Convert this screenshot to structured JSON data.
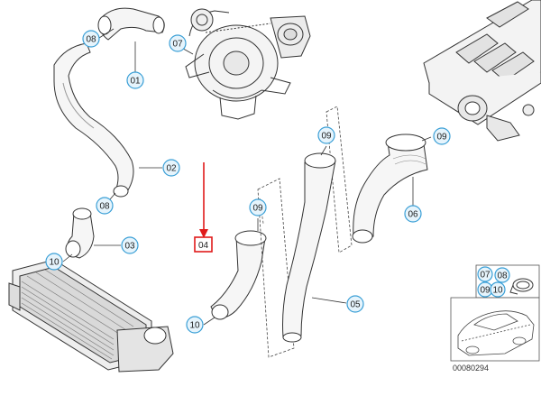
{
  "diagram": {
    "title": "",
    "reference_number": "00080294",
    "highlighted_part": "04",
    "arrow_color": "#e01b1b",
    "callout_stroke": "#3a9fd6",
    "callout_fill": "#e6f4fc",
    "callouts": {
      "c08a": "08",
      "c07a": "07",
      "c01": "01",
      "c02": "02",
      "c08b": "08",
      "c03": "03",
      "c10a": "10",
      "c04": "04",
      "c09a": "09",
      "c10b": "10",
      "c09b": "09",
      "c09c": "09",
      "c05": "05",
      "c06": "06",
      "c07b": "07",
      "c08c": "08",
      "c09d": "09",
      "c10c": "10"
    }
  }
}
